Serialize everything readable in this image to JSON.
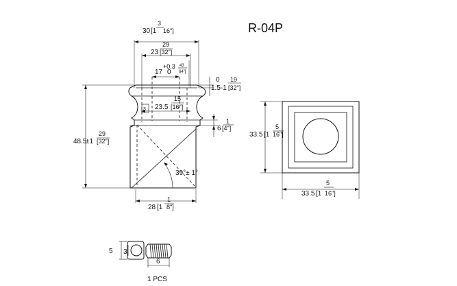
{
  "title": "R-04P",
  "front_view": {
    "width_overall": {
      "metric": "30",
      "fraction": "[1",
      "num": "3",
      "den": "16\"]"
    },
    "width_inner": {
      "metric": "23",
      "fraction": "[32\"]",
      "num": "29"
    },
    "tolerance": {
      "value": "+0.3",
      "num": "43",
      "den": "64\"]"
    },
    "pin_dim": "17",
    "tolerance_zero": "0",
    "top_height": {
      "metric": "1.5-1",
      "fraction": "[32\"]",
      "num": "19",
      "zero": "0"
    },
    "neck_width": {
      "metric": "23.5",
      "fraction": "[16\"]",
      "num": "15"
    },
    "neck_small": "3",
    "collar_height": {
      "metric": "6",
      "fraction": "[4\"]",
      "num": "1"
    },
    "overall_height": {
      "metric": "48.5",
      "pm": "±1",
      "fraction": "[32\"]",
      "num": "29"
    },
    "angle": "39°± 1°",
    "base_width": {
      "metric": "28",
      "fraction": "[1",
      "num": "1",
      "den": "8\"]"
    }
  },
  "side_view": {
    "height": {
      "metric": "33.5",
      "fraction": "[1",
      "num": "5",
      "den": "16\"]"
    },
    "width": {
      "metric": "33.5",
      "fraction": "[1",
      "num": "5",
      "den": "16\"]"
    }
  },
  "screw": {
    "head_dim": "5",
    "inner_dim": "3",
    "length_dim": "6",
    "caption": "1 PCS"
  }
}
